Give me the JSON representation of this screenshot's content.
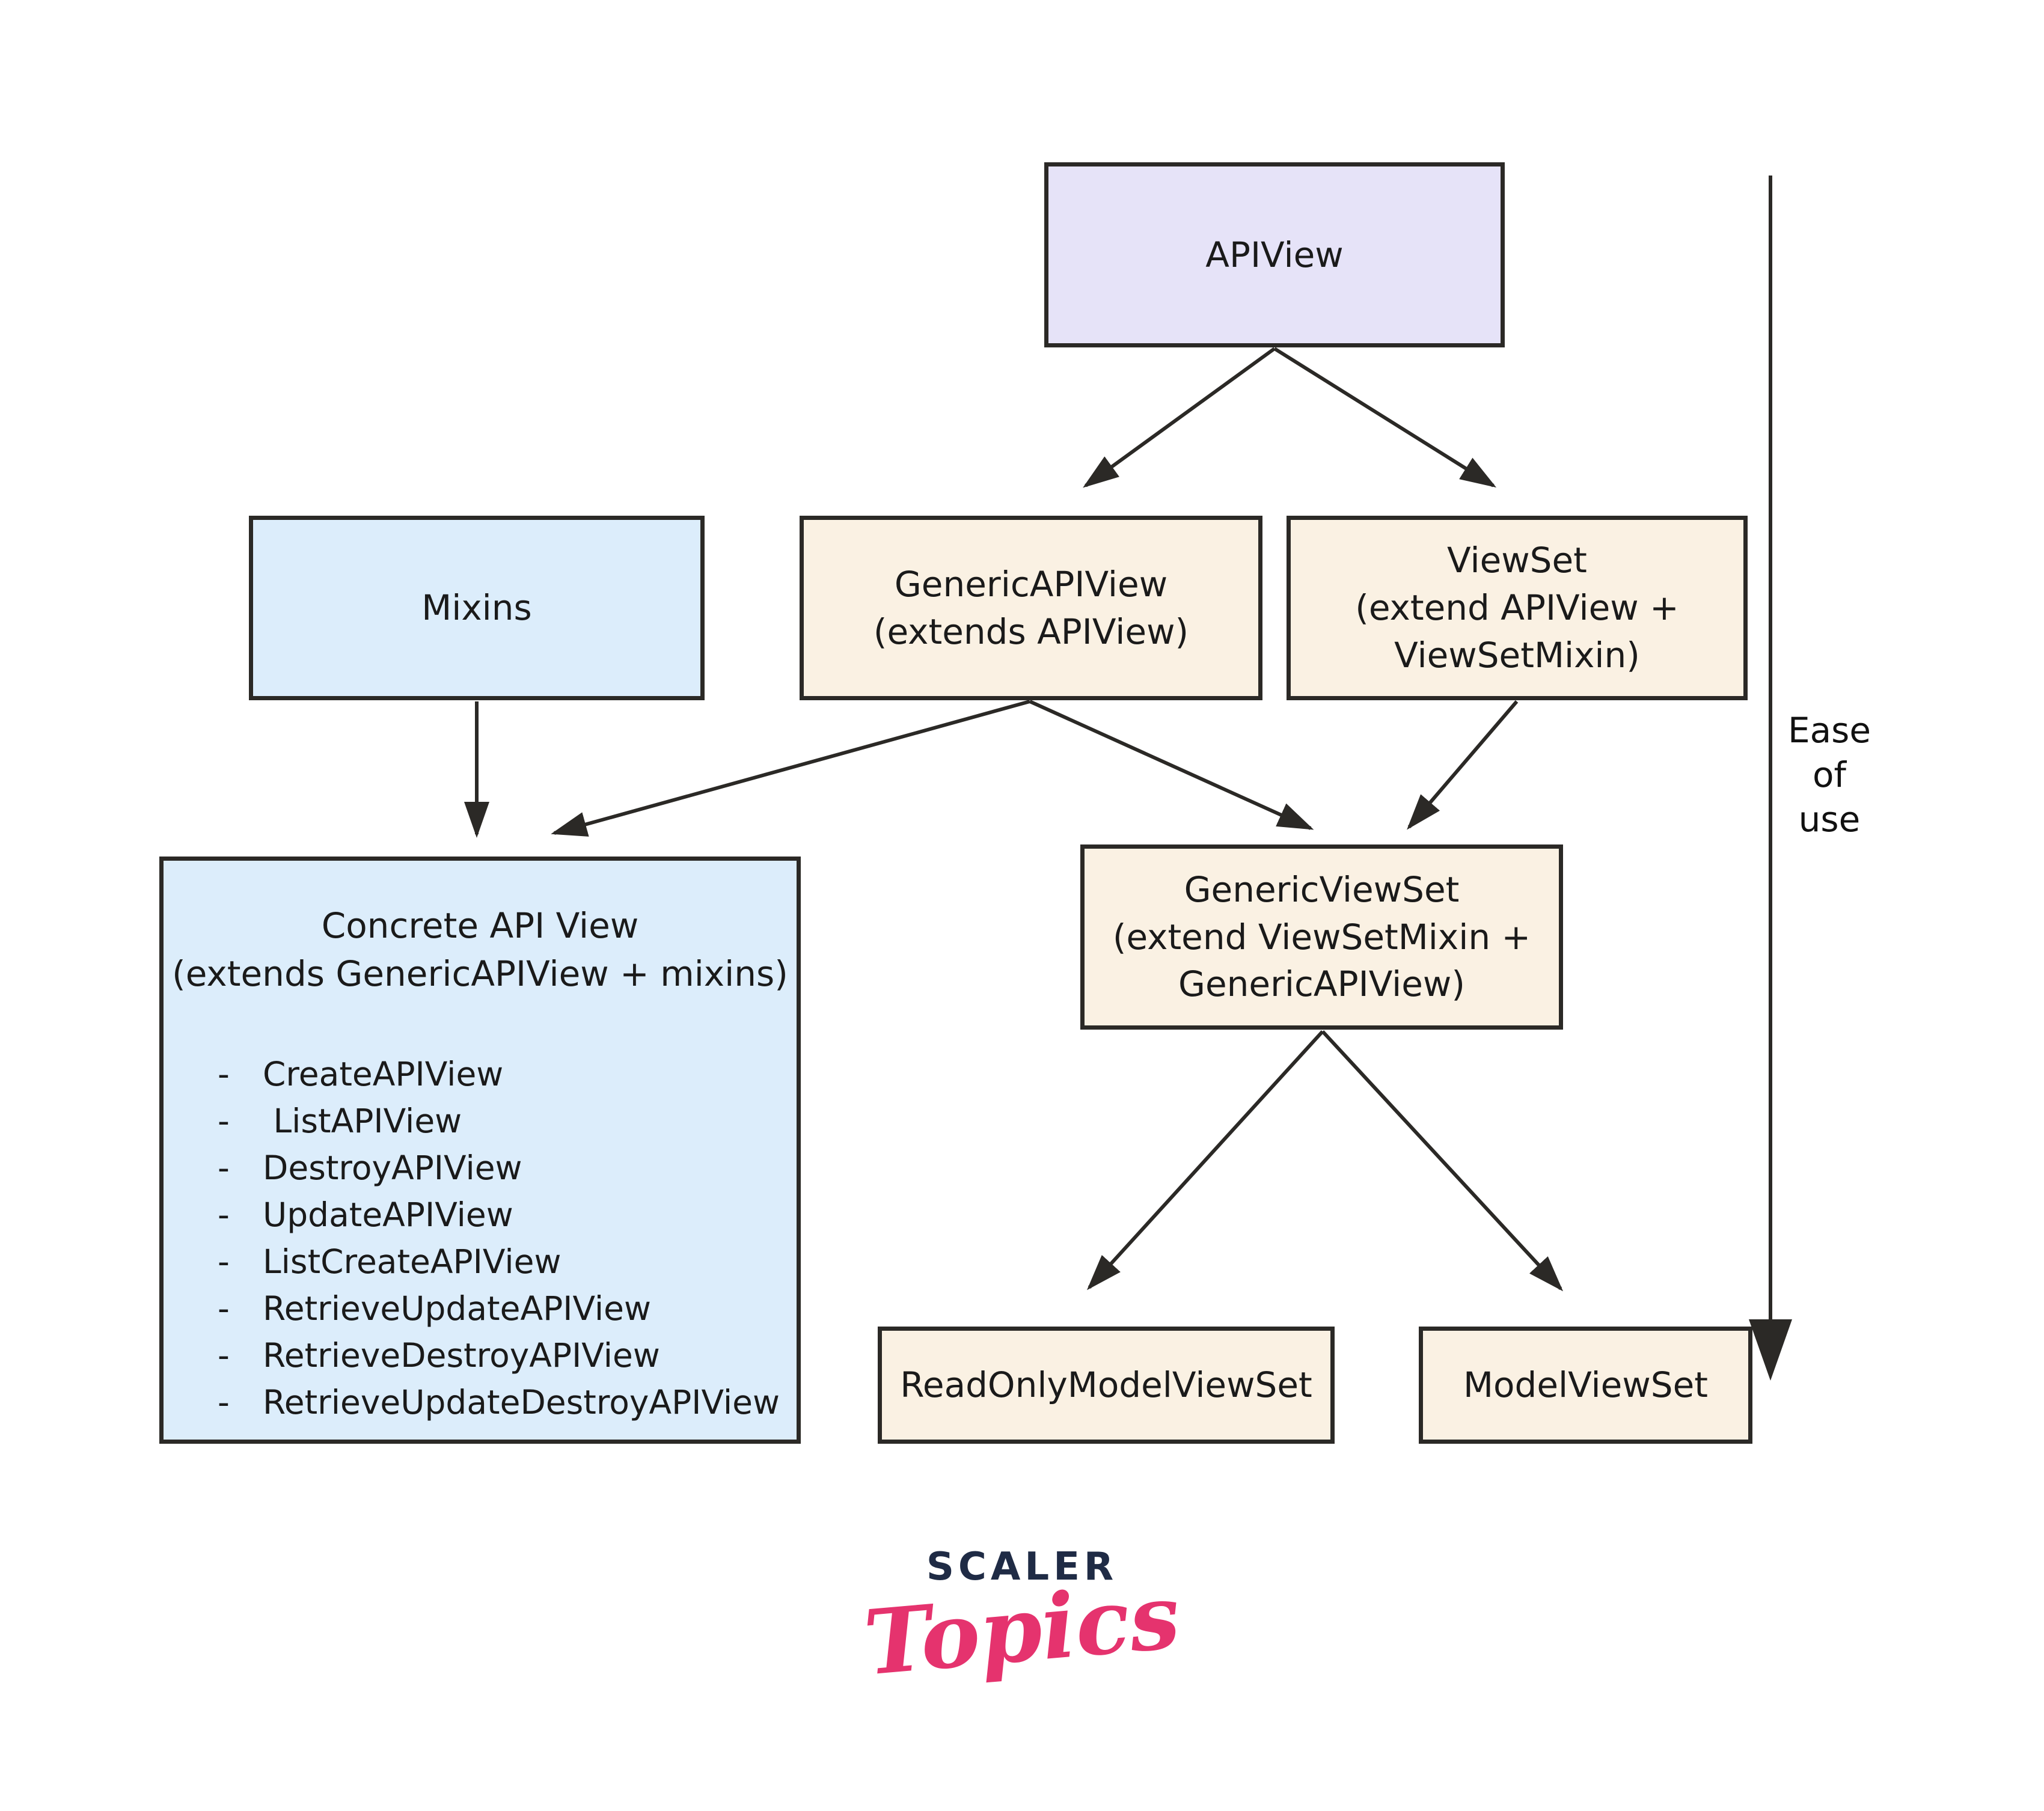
{
  "diagram": {
    "nodes": {
      "apiview": {
        "label": "APIView"
      },
      "mixins": {
        "label": "Mixins"
      },
      "generic_apiview": {
        "line1": "GenericAPIView",
        "line2": "(extends APIView)"
      },
      "viewset": {
        "line1": "ViewSet",
        "line2": "(extend APIView +",
        "line3": "ViewSetMixin)"
      },
      "concrete": {
        "line1": "Concrete API View",
        "line2": "(extends GenericAPIView + mixins)",
        "marker": "-",
        "items": [
          "CreateAPIView",
          " ListAPIView",
          "DestroyAPIView",
          "UpdateAPIView",
          "ListCreateAPIView",
          "RetrieveUpdateAPIView",
          "RetrieveDestroyAPIView",
          "RetrieveUpdateDestroyAPIView"
        ]
      },
      "generic_viewset": {
        "line1": "GenericViewSet",
        "line2": "(extend ViewSetMixin +",
        "line3": "GenericAPIView)"
      },
      "readonly_modelviewset": {
        "label": "ReadOnlyModelViewSet"
      },
      "modelviewset": {
        "label": "ModelViewSet"
      }
    },
    "edges": [
      {
        "from": "APIView",
        "to": "GenericAPIView"
      },
      {
        "from": "APIView",
        "to": "ViewSet"
      },
      {
        "from": "Mixins",
        "to": "Concrete API View"
      },
      {
        "from": "GenericAPIView",
        "to": "Concrete API View"
      },
      {
        "from": "GenericAPIView",
        "to": "GenericViewSet"
      },
      {
        "from": "ViewSet",
        "to": "GenericViewSet"
      },
      {
        "from": "GenericViewSet",
        "to": "ReadOnlyModelViewSet"
      },
      {
        "from": "GenericViewSet",
        "to": "ModelViewSet"
      }
    ],
    "axis_label": {
      "line1": "Ease",
      "line2": "of",
      "line3": "use"
    }
  },
  "logo": {
    "primary": "SCALER",
    "secondary": "Topics"
  },
  "colors": {
    "lavender": "#E6E3F8",
    "light_blue": "#DCEDFB",
    "cream": "#FAF1E3",
    "border": "#2B2926",
    "text": "#1A1A1A",
    "logo_navy": "#1F2B45",
    "logo_pink": "#E5336E"
  }
}
